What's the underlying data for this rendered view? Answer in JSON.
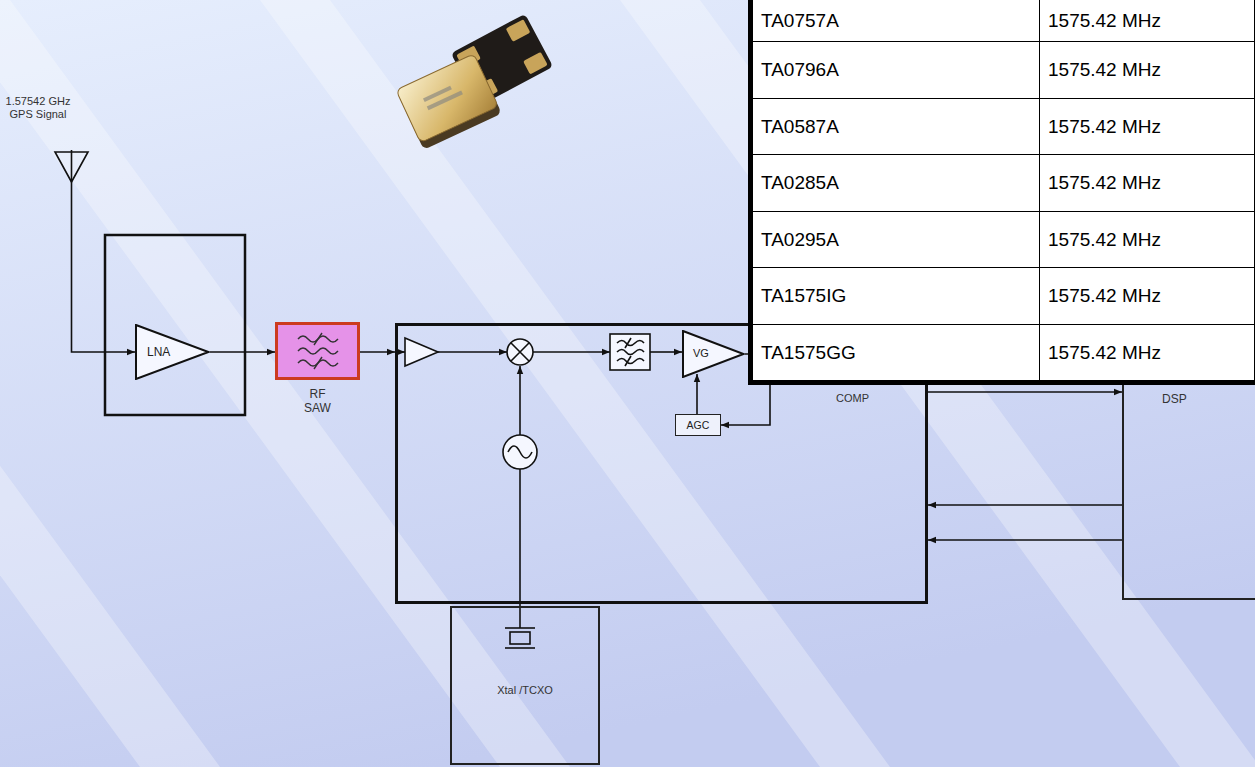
{
  "diagram": {
    "nodes": [
      {
        "text": [
          "LNA"
        ]
      },
      {
        "text": [
          "RF SAW"
        ]
      },
      {
        "text": [
          "COMP"
        ]
      },
      {
        "text": [
          "VG"
        ],
        "in": 2
      },
      {
        "text": [
          "AGC"
        ],
        "in": 2
      },
      {
        "text": [
          "DSP"
        ]
      },
      {
        "text": [
          "Xtal /TCXO"
        ]
      }
    ],
    "edges": [
      {
        "from": 0,
        "to": 1,
        "arrow": "to"
      },
      {
        "from": 1,
        "to": 2,
        "arrow": "to"
      },
      {
        "from": 2,
        "to": 5,
        "arrow": "to"
      },
      {
        "from": 5,
        "to": 2,
        "arrow": "to"
      },
      {
        "from": 5,
        "to": 2,
        "arrow": "to"
      },
      {
        "from": 3,
        "to": 4,
        "arrow": "to"
      },
      {
        "from": 6,
        "to": 2,
        "arrow": "none"
      }
    ],
    "labels": [
      "1.57542 GHz GPS Signal",
      "TA0757A",
      "1575.42 MHz",
      "TA0796A",
      "1575.42 MHz",
      "TA0587A",
      "1575.42 MHz",
      "TA0285A",
      "1575.42 MHz",
      "TA0295A",
      "1575.42 MHz",
      "TA1575IG",
      "1575.42 MHz",
      "TA1575GG",
      "1575.42 MHz"
    ]
  }
}
